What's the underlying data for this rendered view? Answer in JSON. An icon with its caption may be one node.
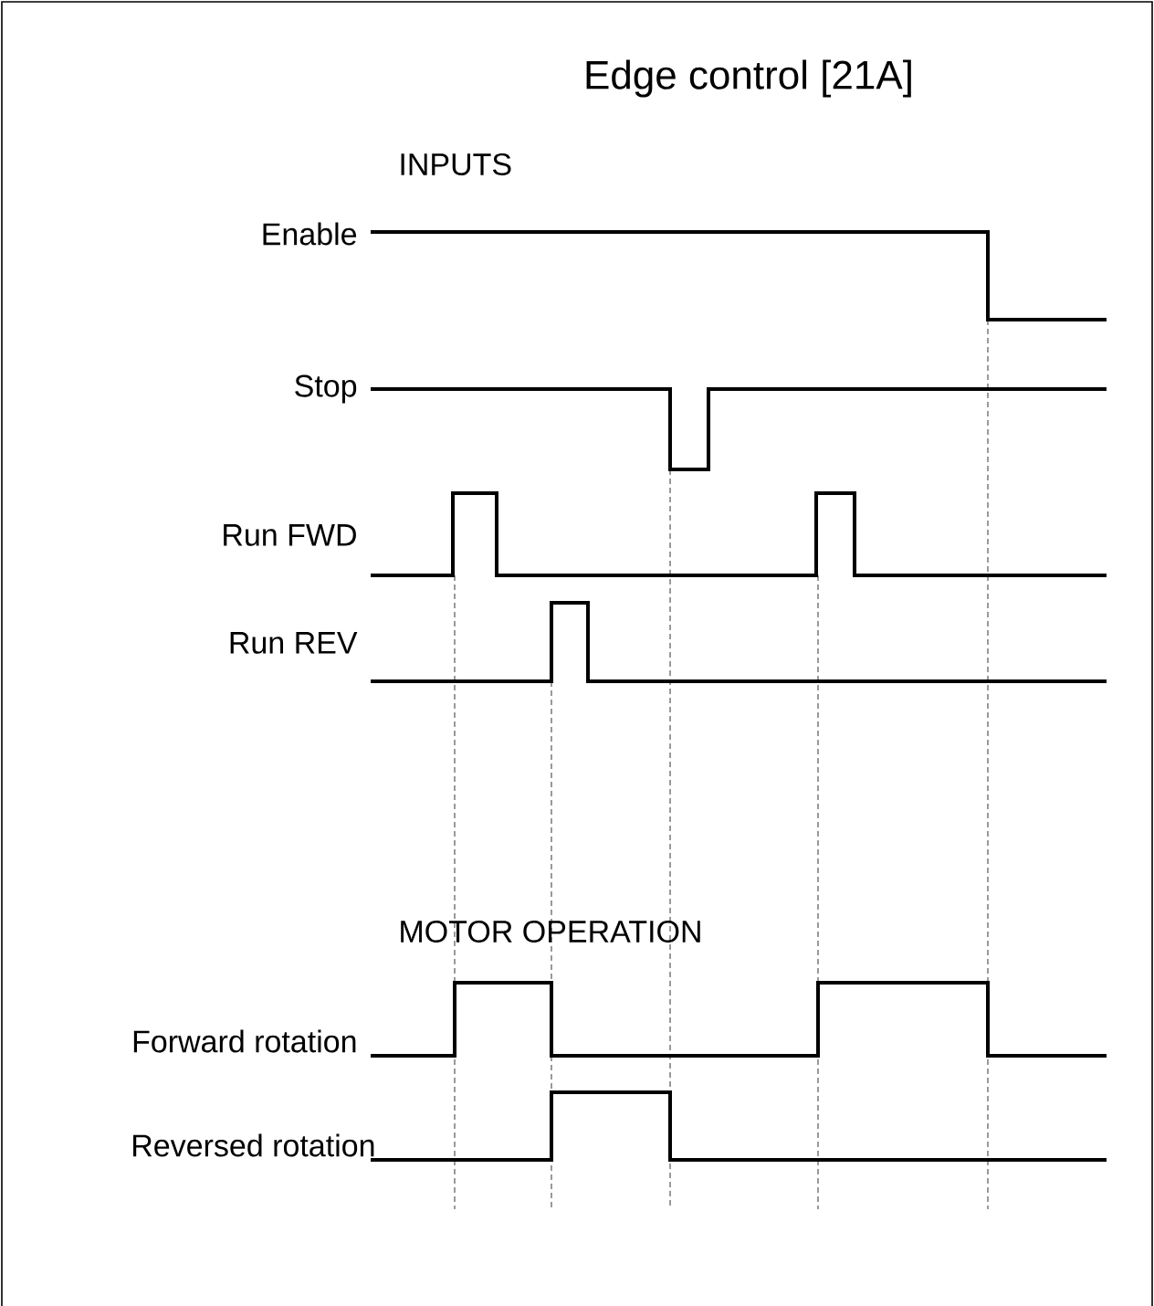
{
  "diagram": {
    "title": "Edge control [21A]",
    "labels": [
      "INPUTS",
      "Enable",
      "Stop",
      "Run FWD",
      "Run REV",
      "MOTOR OPERATION",
      "Forward rotation",
      "Reversed rotation"
    ]
  }
}
